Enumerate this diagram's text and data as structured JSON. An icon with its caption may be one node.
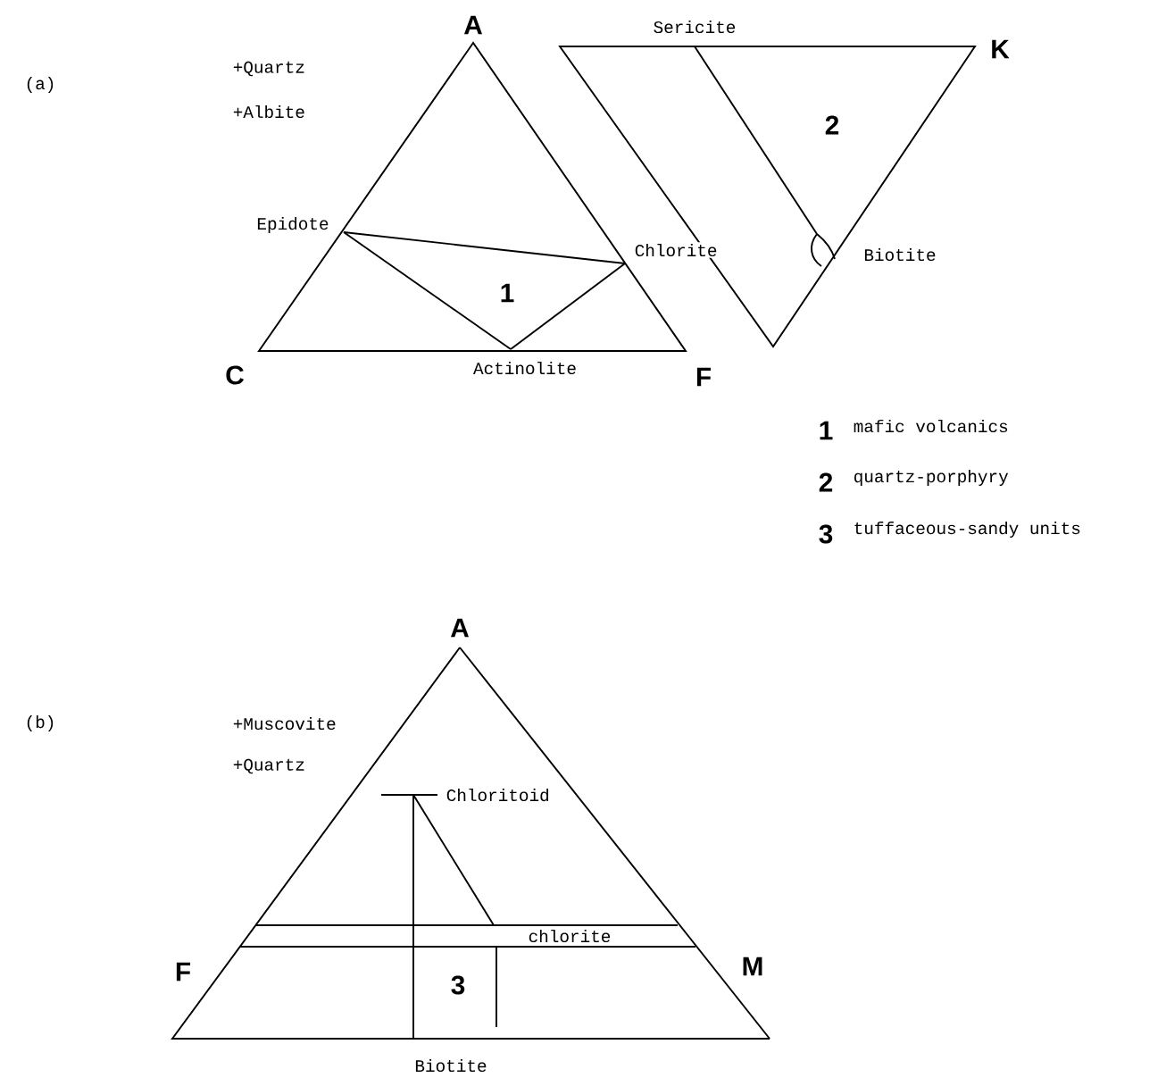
{
  "diagram": {
    "labels": [
      "A",
      "Sericite",
      "K",
      "(a)",
      "+Quartz",
      "+Albite",
      "2",
      "Epidote",
      "Chlorite",
      "Biotite",
      "1",
      "C",
      "Actinolite",
      "F",
      "1",
      "mafic volcanics",
      "2",
      "quartz-porphyry",
      "3",
      "tuffaceous-sandy units",
      "A",
      "(b)",
      "+Muscovite",
      "+Quartz",
      "Chloritoid",
      "chlorite",
      "F",
      "M",
      "3",
      "Biotite"
    ]
  }
}
